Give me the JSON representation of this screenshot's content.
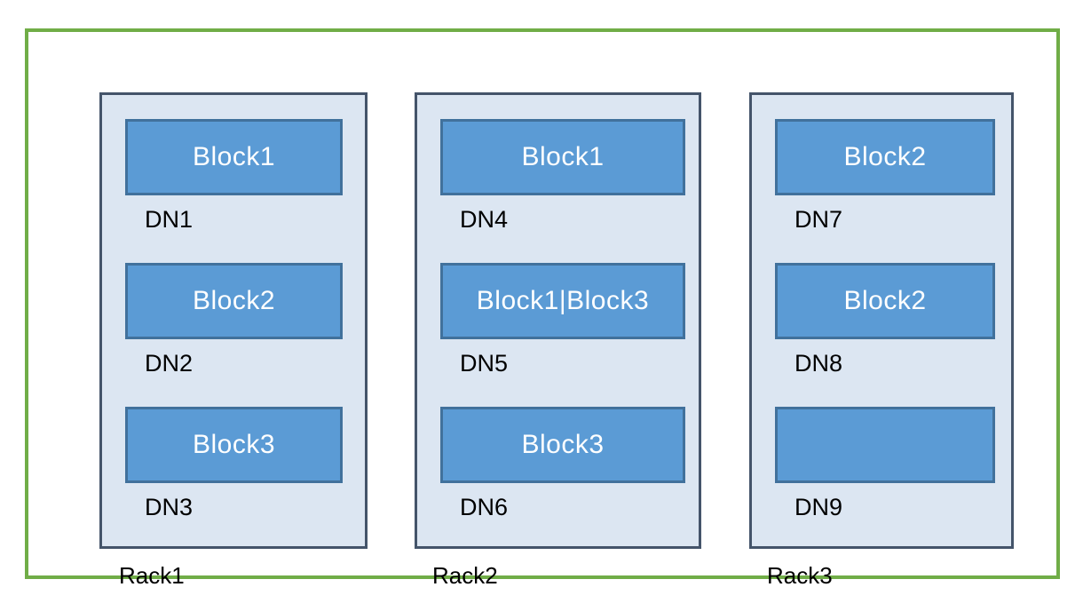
{
  "diagram": {
    "racks": [
      {
        "label": "Rack1",
        "nodes": [
          {
            "dn": "DN1",
            "block": "Block1"
          },
          {
            "dn": "DN2",
            "block": "Block2"
          },
          {
            "dn": "DN3",
            "block": "Block3"
          }
        ]
      },
      {
        "label": "Rack2",
        "nodes": [
          {
            "dn": "DN4",
            "block": "Block1"
          },
          {
            "dn": "DN5",
            "block": "Block1|Block3"
          },
          {
            "dn": "DN6",
            "block": "Block3"
          }
        ]
      },
      {
        "label": "Rack3",
        "nodes": [
          {
            "dn": "DN7",
            "block": "Block2"
          },
          {
            "dn": "DN8",
            "block": "Block2"
          },
          {
            "dn": "DN9",
            "block": ""
          }
        ]
      }
    ],
    "colors": {
      "outer_border": "#70AD47",
      "rack_fill": "#DCE6F2",
      "rack_border": "#44546A",
      "block_fill": "#5B9BD5",
      "block_border": "#41719C",
      "block_text": "#FFFFFF",
      "label_text": "#000000"
    }
  }
}
